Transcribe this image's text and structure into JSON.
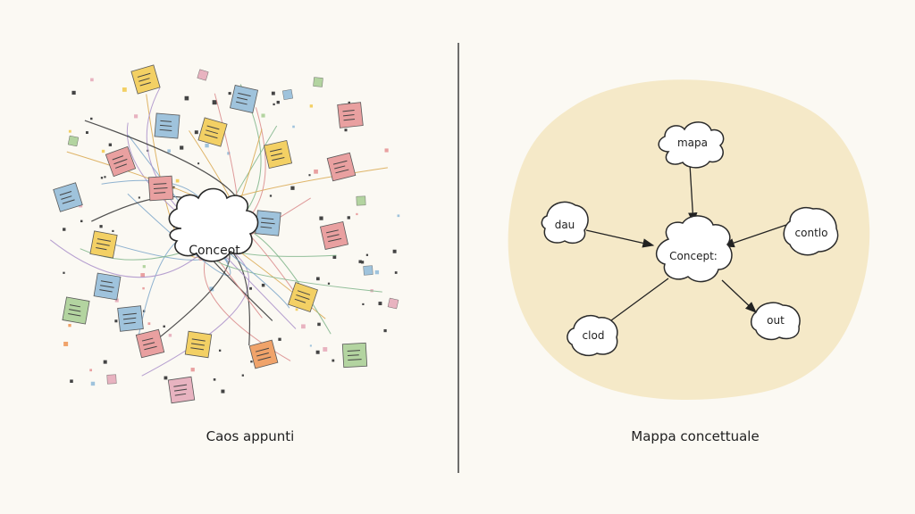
{
  "left_panel": {
    "caption": "Caos appunti",
    "center_label": "Conceot"
  },
  "right_panel": {
    "caption": "Mappa concettuale",
    "center_label": "Concept:",
    "nodes": {
      "top": "mapa",
      "left": "dau",
      "right": "contlo",
      "bottom_left": "clod",
      "bottom_right": "out"
    }
  },
  "colors": {
    "background": "#fbf9f3",
    "map_blob": "#f5e9c8",
    "divider": "#333333",
    "note_yellow": "#f3d064",
    "note_blue": "#9fc3dc",
    "note_red": "#e9a0a0",
    "note_green": "#b3d4a0",
    "note_orange": "#f0a36a",
    "note_pink": "#e8b3c0"
  }
}
